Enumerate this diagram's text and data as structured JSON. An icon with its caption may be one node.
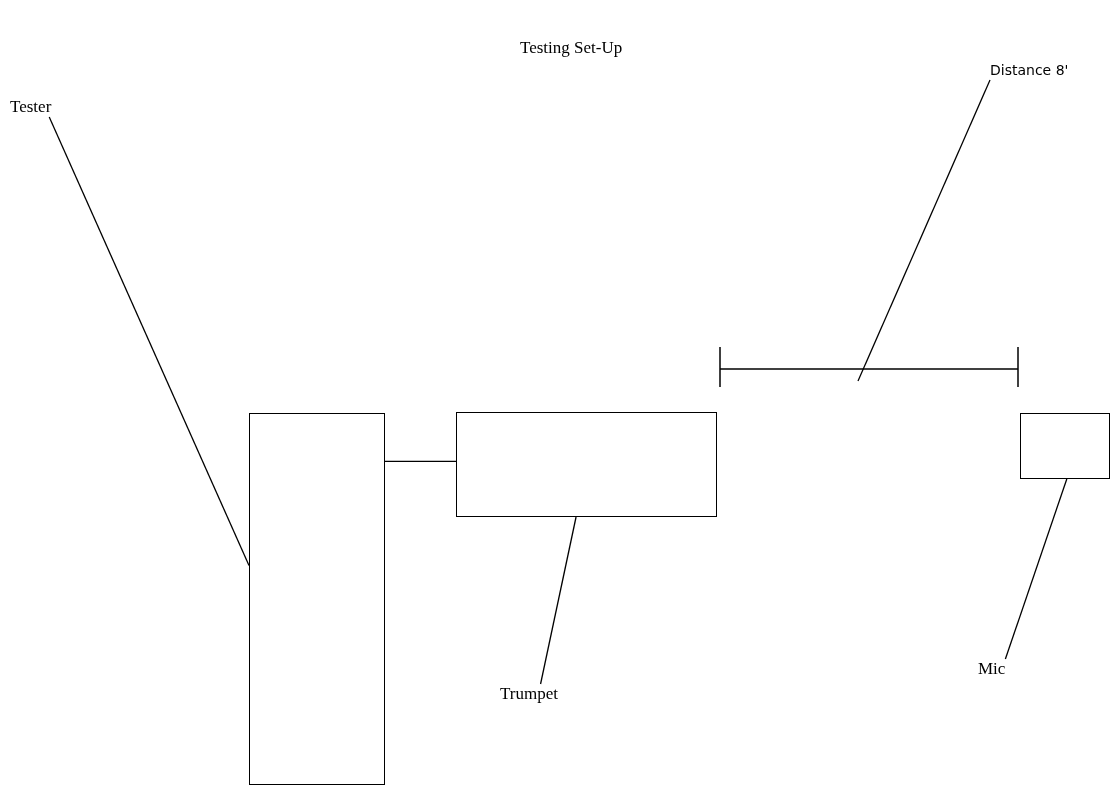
{
  "diagram": {
    "title": "Testing Set-Up",
    "nodes": [
      {
        "text": [
          "Distance 8'"
        ]
      },
      {
        "text": [
          "Tester"
        ]
      },
      {
        "text": [],
        "shape": "box"
      },
      {
        "text": [],
        "shape": "box"
      },
      {
        "text": [],
        "shape": "box"
      },
      {
        "text": [
          "Mic"
        ]
      },
      {
        "text": [
          "Trumpet"
        ]
      }
    ],
    "edges": [
      {
        "from": 1,
        "to": 2,
        "arrow": "none"
      },
      {
        "from": 2,
        "to": 3,
        "arrow": "none"
      },
      {
        "from": 6,
        "to": 3,
        "arrow": "none"
      },
      {
        "from": 5,
        "to": 4,
        "arrow": "none"
      },
      {
        "from": 0,
        "to": null,
        "arrow": "none"
      }
    ]
  }
}
